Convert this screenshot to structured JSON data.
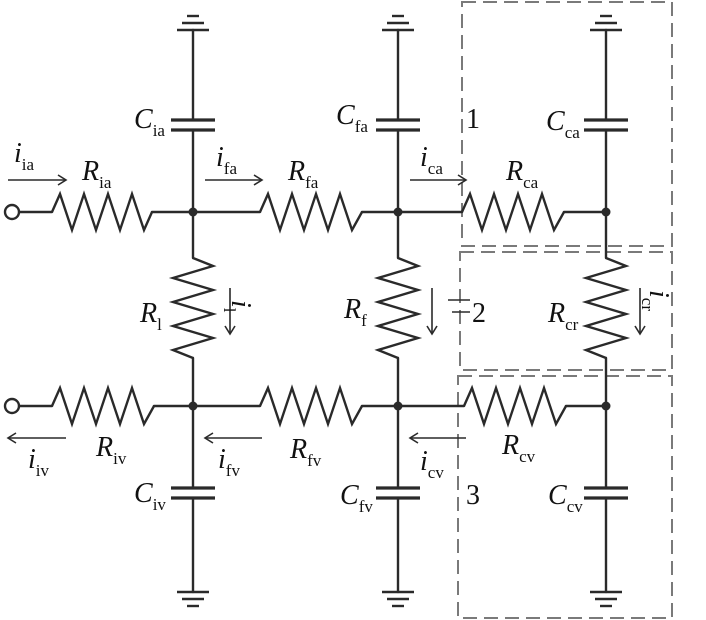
{
  "labels": {
    "i_ia": {
      "main": "i",
      "sub": "ia"
    },
    "R_ia": {
      "main": "R",
      "sub": "ia"
    },
    "C_ia": {
      "main": "C",
      "sub": "ia"
    },
    "i_fa": {
      "main": "i",
      "sub": "fa"
    },
    "R_fa": {
      "main": "R",
      "sub": "fa"
    },
    "C_fa": {
      "main": "C",
      "sub": "fa"
    },
    "i_ca": {
      "main": "i",
      "sub": "ca"
    },
    "R_ca": {
      "main": "R",
      "sub": "ca"
    },
    "C_ca": {
      "main": "C",
      "sub": "ca"
    },
    "R_l": {
      "main": "R",
      "sub": "l"
    },
    "i_l": {
      "main": "i",
      "sub": "l"
    },
    "R_f": {
      "main": "R",
      "sub": "f"
    },
    "R_cr": {
      "main": "R",
      "sub": "cr"
    },
    "i_cr": {
      "main": "i",
      "sub": "cr"
    },
    "i_iv": {
      "main": "i",
      "sub": "iv"
    },
    "R_iv": {
      "main": "R",
      "sub": "iv"
    },
    "C_iv": {
      "main": "C",
      "sub": "iv"
    },
    "i_fv": {
      "main": "i",
      "sub": "fv"
    },
    "R_fv": {
      "main": "R",
      "sub": "fv"
    },
    "C_fv": {
      "main": "C",
      "sub": "fv"
    },
    "i_cv": {
      "main": "i",
      "sub": "cv"
    },
    "R_cv": {
      "main": "R",
      "sub": "cv"
    },
    "C_cv": {
      "main": "C",
      "sub": "cv"
    }
  },
  "regions": {
    "one": "1",
    "two": "2",
    "three": "3"
  }
}
